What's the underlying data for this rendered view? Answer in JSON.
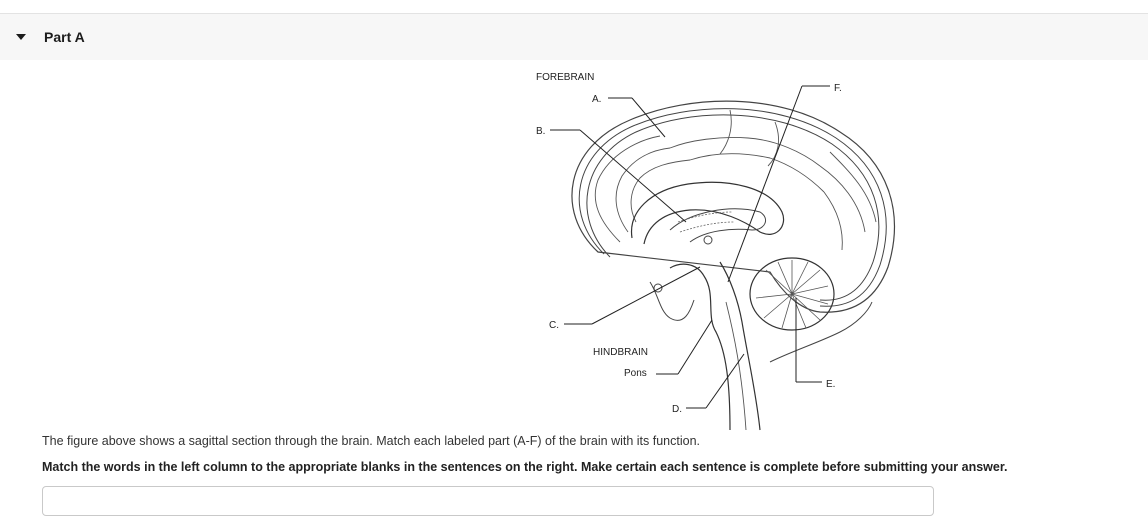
{
  "part": {
    "title": "Part A"
  },
  "figure": {
    "labels": {
      "forebrain": "FOREBRAIN",
      "a": "A.",
      "b": "B.",
      "c": "C.",
      "d": "D.",
      "e": "E.",
      "f": "F.",
      "hindbrain": "HINDBRAIN",
      "pons": "Pons"
    }
  },
  "question": {
    "description": "The figure above shows a sagittal section through the brain. Match each labeled part (A-F) of the brain with its function.",
    "instructions": "Match the words in the left column to the appropriate blanks in the sentences on the right. Make certain each sentence is complete before submitting your answer."
  }
}
